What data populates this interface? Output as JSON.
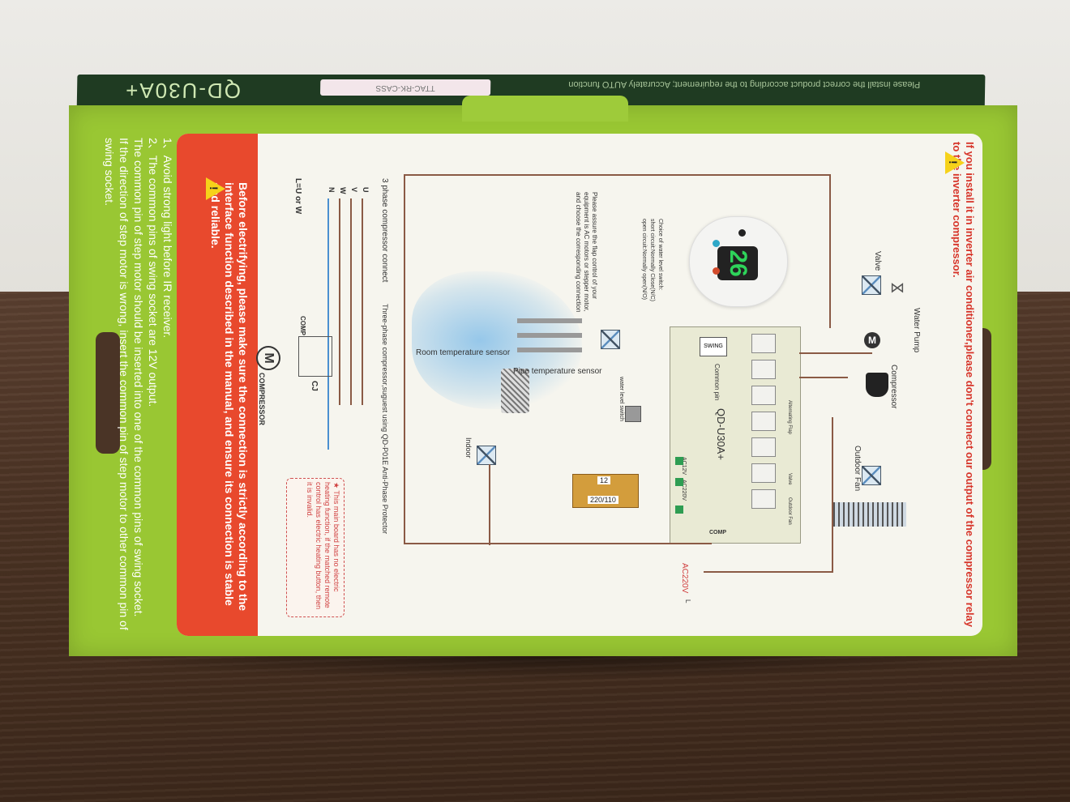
{
  "box": {
    "model_top": "QD-U30A+",
    "sticker": "TTAC-RK-CASS",
    "top_faint": "Please install the correct product according to the requirement; Accurately AUTO function"
  },
  "side_notes": {
    "items": [
      "1、Avoid strong light before IR receiver.",
      "2、The common pins of swing socket are 12V output.",
      "The common pin of step motor should be inserted into one of the common pins of swing socket.",
      "If the direction of step motor is wrong, insert the common pin of step motor to other common pin of swing socket."
    ]
  },
  "red_warning": "Before electrifying, please make sure the connection is strictly according to the interface function described in the manual, and ensure its connection is stable and reliable.",
  "right_warning": "If you install it in inverter air conditioner,please don't connect our output of the compressor relay to the inverter compressor.",
  "labels": {
    "three_phase": "3 phase compressor connect",
    "three_phase_note": "Three-phase compressor,suguest using QD-P01E Anti-Phase Protector",
    "lw": "L=U or W",
    "u": "U",
    "v": "V",
    "w": "W",
    "n": "N",
    "comp": "COMP",
    "compressor": "COMPRESSOR",
    "cj": "CJ",
    "motor_m": "M",
    "room_sensor": "Room temperature sensor",
    "pipe_sensor": "Pipe temperature sensor",
    "flap_note": "Please assure the flap control of your equipment is AC motors or stepper motor, and choose the corresponding connection",
    "water_level_choice": "Choice of water level switch:",
    "short_circuit": "short circuit:Normally Close(N/C)",
    "open_circuit": "open circuit:Normally open(N/O)",
    "water_level_switch": "water level switch",
    "indoor": "Indoor",
    "board_model": "QD-U30A+",
    "swing": "SWING",
    "common_pin": "Common pin",
    "alternating_flap": "Alternating Flap",
    "valve_small": "Valve",
    "outdoor_fan_small": "Outdoor Fan",
    "ac12v": "AC12V",
    "ac220v_board": "AC220V",
    "ac220v": "AC220V",
    "l": "L",
    "comp_board": "COMP",
    "trans_12": "12",
    "trans_220": "220/110",
    "valve": "Valve",
    "water_pump": "Water Pump",
    "compressor_r": "Compressor",
    "outdoor_fan": "Outdoor Fan",
    "display_value": "26",
    "red_note": "★ This main board has no electric heating function, if the matched remote control has electric heating button, then it is invalid."
  }
}
